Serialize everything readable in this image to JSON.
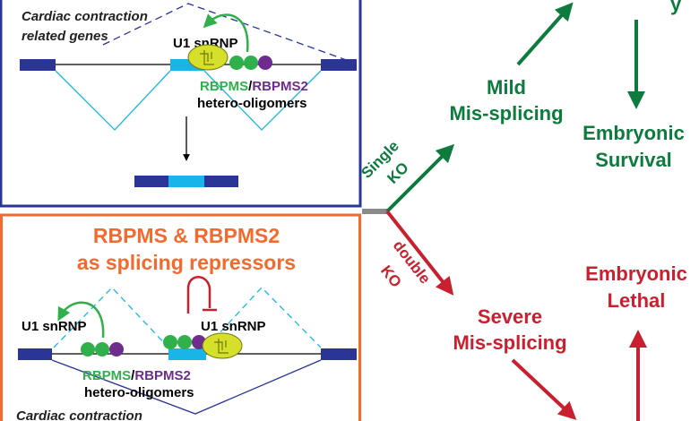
{
  "colors": {
    "navy": "#2b3596",
    "orange": "#f26a2d",
    "green": "#0d7a3e",
    "red": "#c8202f",
    "bright_green": "#2fb04a",
    "purple": "#6d2c8e",
    "cyan": "#19b5e8",
    "yellow": "#d6df2a",
    "gray": "#8a8a8a"
  },
  "top_panel": {
    "caption_line1": "Cardiac contraction",
    "caption_line2": "related genes",
    "u1_label": "U1 snRNP",
    "rbpms_label": "RBPMS",
    "slash": "/",
    "rbpms2_label": "RBPMS2",
    "hetero_label": "hetero-oligomers"
  },
  "bottom_panel": {
    "title_line1": "RBPMS & RBPMS2",
    "title_line2": "as splicing repressors",
    "u1_left_label": "U1 snRNP",
    "u1_right_label": "U1 snRNP",
    "rbpms_label": "RBPMS",
    "slash": "/",
    "rbpms2_label": "RBPMS2",
    "hetero_label": "hetero-oligomers",
    "caption_line1": "Cardiac contraction"
  },
  "flow": {
    "single_ko_line1": "Single",
    "single_ko_line2": "KO",
    "double_ko_line1": "double",
    "double_ko_line2": "KO",
    "mild_line1": "Mild",
    "mild_line2": "Mis-splicing",
    "survival_line1": "Embryonic",
    "survival_line2": "Survival",
    "severe_line1": "Severe",
    "severe_line2": "Mis-splicing",
    "lethal_line1": "Embryonic",
    "lethal_line2": "Lethal",
    "top_right_fragment": "y"
  }
}
